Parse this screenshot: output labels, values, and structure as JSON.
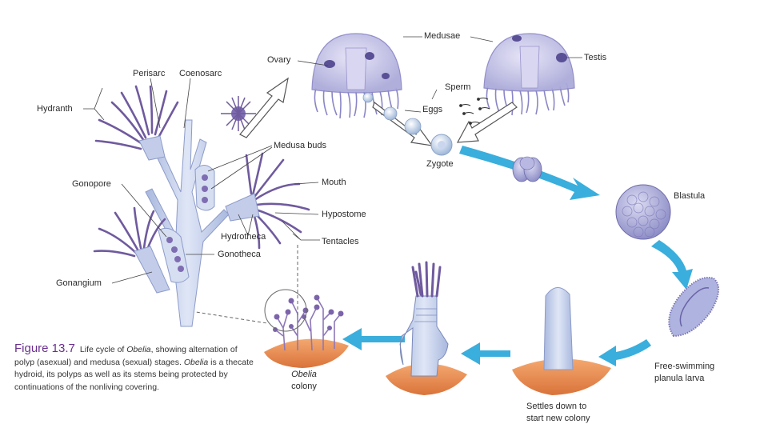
{
  "labels": {
    "medusae": "Medusae",
    "testis": "Testis",
    "ovary": "Ovary",
    "sperm": "Sperm",
    "eggs": "Eggs",
    "zygote": "Zygote",
    "blastula": "Blastula",
    "perisarc": "Perisarc",
    "coenosarc": "Coenosarc",
    "hydranth": "Hydranth",
    "medusa_buds": "Medusa buds",
    "mouth": "Mouth",
    "hypostome": "Hypostome",
    "gonopore": "Gonopore",
    "hydrotheca": "Hydrotheca",
    "tentacles": "Tentacles",
    "gonotheca": "Gonotheca",
    "gonangium": "Gonangium",
    "obelia_colony_1": "Obelia",
    "obelia_colony_2": "colony",
    "planula_1": "Free-swimming",
    "planula_2": "planula larva",
    "settles_1": "Settles down to",
    "settles_2": "start new colony"
  },
  "caption": {
    "figure_number": "Figure 13.7",
    "part1": "Life cycle of ",
    "obelia1": "Obelia",
    "part2": ", showing alternation of polyp (asexual) and medusa (sexual) stages. ",
    "obelia2": "Obelia",
    "part3": " is a thecate hydroid, its polyps as well as its stems being protected by continuations of the nonliving covering."
  },
  "colors": {
    "arrow_blue": "#3aaedc",
    "stalk_blue": "#b9c6e6",
    "tentacle_purple": "#6f5a9e",
    "bell_lavender": "#c7c6ea",
    "substrate_orange": "#e98a4e",
    "caption_purple": "#6b2f8f"
  }
}
